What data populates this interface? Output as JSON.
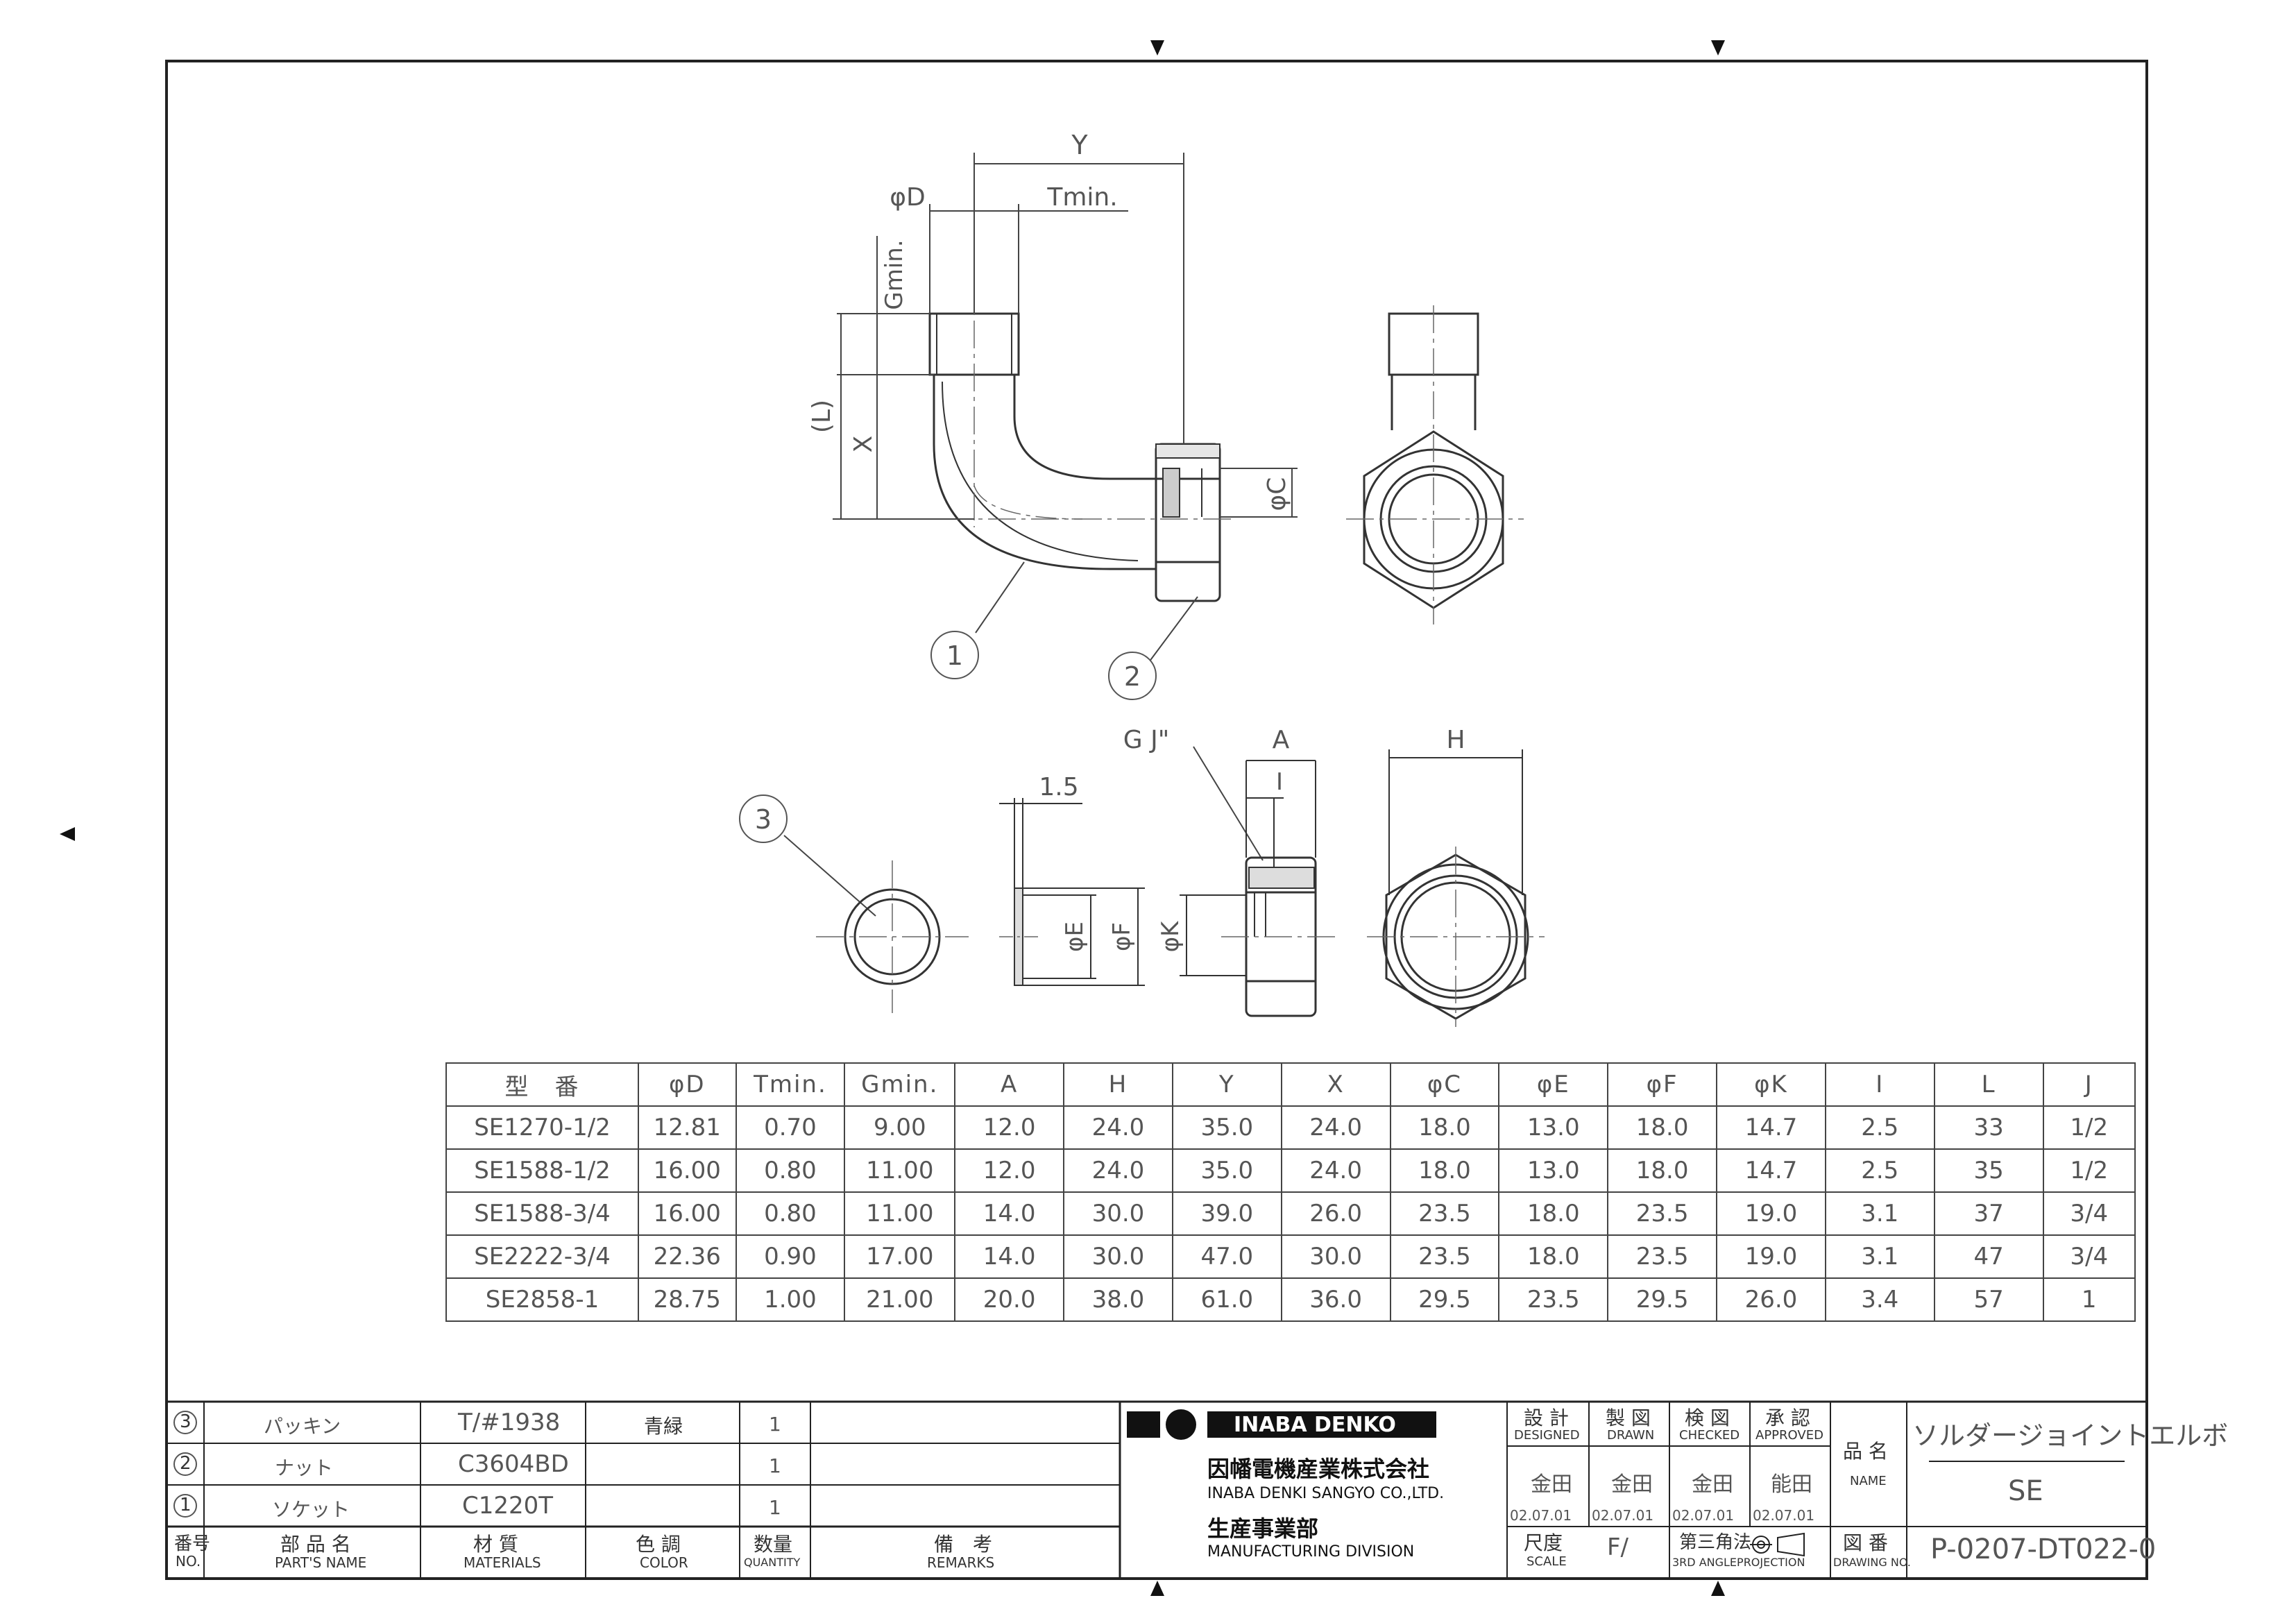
{
  "drawing": {
    "dim_labels": {
      "Y": "Y",
      "phiD": "φD",
      "Tmin": "Tmin.",
      "Gmin": "Gmin.",
      "L": "(L)",
      "X": "X",
      "phiC": "φC",
      "GJ": "G  J\"",
      "A": "A",
      "I": "I",
      "H": "H",
      "w15": "1.5",
      "phiE": "φE",
      "phiF": "φF",
      "phiK": "φK"
    },
    "balloons": [
      "1",
      "2",
      "3"
    ]
  },
  "table": {
    "headers": [
      "型　番",
      "φD",
      "Tmin.",
      "Gmin.",
      "A",
      "H",
      "Y",
      "X",
      "φC",
      "φE",
      "φF",
      "φK",
      "I",
      "L",
      "J"
    ],
    "rows": [
      [
        "SE1270-1/2",
        "12.81",
        "0.70",
        "9.00",
        "12.0",
        "24.0",
        "35.0",
        "24.0",
        "18.0",
        "13.0",
        "18.0",
        "14.7",
        "2.5",
        "33",
        "1/2"
      ],
      [
        "SE1588-1/2",
        "16.00",
        "0.80",
        "11.00",
        "12.0",
        "24.0",
        "35.0",
        "24.0",
        "18.0",
        "13.0",
        "18.0",
        "14.7",
        "2.5",
        "35",
        "1/2"
      ],
      [
        "SE1588-3/4",
        "16.00",
        "0.80",
        "11.00",
        "14.0",
        "30.0",
        "39.0",
        "26.0",
        "23.5",
        "18.0",
        "23.5",
        "19.0",
        "3.1",
        "37",
        "3/4"
      ],
      [
        "SE2222-3/4",
        "22.36",
        "0.90",
        "17.00",
        "14.0",
        "30.0",
        "47.0",
        "30.0",
        "23.5",
        "18.0",
        "23.5",
        "19.0",
        "3.1",
        "47",
        "3/4"
      ],
      [
        "SE2858-1",
        "28.75",
        "1.00",
        "21.00",
        "20.0",
        "38.0",
        "61.0",
        "36.0",
        "29.5",
        "23.5",
        "29.5",
        "26.0",
        "3.4",
        "57",
        "1"
      ]
    ]
  },
  "parts": {
    "rows": [
      {
        "no": "3",
        "name": "パッキン",
        "material": "T/#1938",
        "color": "青緑",
        "qty": "1",
        "remarks": ""
      },
      {
        "no": "2",
        "name": "ナット",
        "material": "C3604BD",
        "color": "",
        "qty": "1",
        "remarks": ""
      },
      {
        "no": "1",
        "name": "ソケット",
        "material": "C1220T",
        "color": "",
        "qty": "1",
        "remarks": ""
      }
    ],
    "header": {
      "no_jp": "番号",
      "no_en": "NO.",
      "name_jp": "部 品 名",
      "name_en": "PART'S NAME",
      "mat_jp": "材 質",
      "mat_en": "MATERIALS",
      "color_jp": "色 調",
      "color_en": "COLOR",
      "qty_jp": "数量",
      "qty_en": "QUANTITY",
      "rem_jp": "備　考",
      "rem_en": "REMARKS"
    }
  },
  "company": {
    "logo_text": "INABA DENKO",
    "name_jp": "因幡電機産業株式会社",
    "name_en": "INABA DENKI SANGYO CO.,LTD.",
    "div_jp": "生産事業部",
    "div_en": "MANUFACTURING DIVISION"
  },
  "signoff": {
    "designed_jp": "設 計",
    "designed_en": "DESIGNED",
    "drawn_jp": "製 図",
    "drawn_en": "DRAWN",
    "checked_jp": "検 図",
    "checked_en": "CHECKED",
    "approved_jp": "承 認",
    "approved_en": "APPROVED",
    "designed_name": "金田",
    "drawn_name": "金田",
    "checked_name": "金田",
    "approved_name": "能田",
    "designed_date": "02.07.01",
    "drawn_date": "02.07.01",
    "checked_date": "02.07.01",
    "approved_date": "02.07.01",
    "scale_jp": "尺度",
    "scale_en": "SCALE",
    "scale_value": "F/",
    "projection_jp": "第三角法",
    "projection_en": "3RD ANGLEPROJECTION"
  },
  "product": {
    "name_label_jp": "品 名",
    "name_label_en": "NAME",
    "name_jp": "ソルダージョイントエルボ",
    "code": "SE",
    "drawing_no_label_jp": "図 番",
    "drawing_no_label_en": "DRAWING NO.",
    "drawing_no": "P-0207-DT022-0"
  }
}
